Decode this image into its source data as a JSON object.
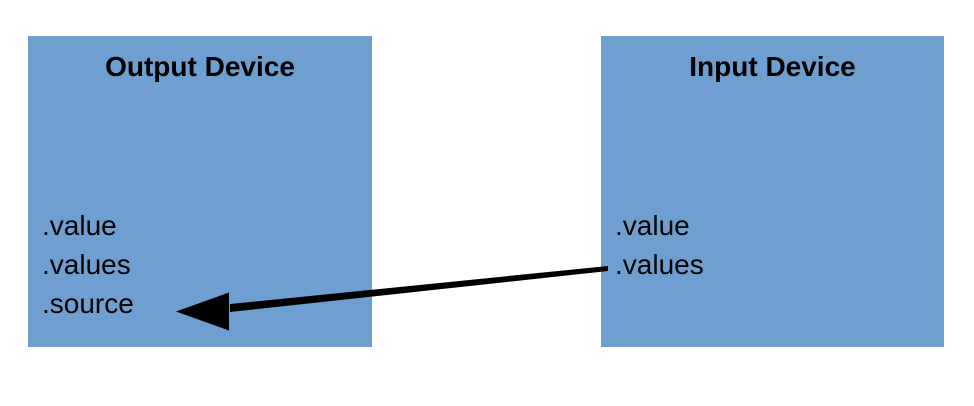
{
  "diagram": {
    "title": "",
    "background_color": "#ffffff",
    "box_fill_color": "#6f9fd1",
    "arrow_color": "#000000",
    "text_color": "#000000",
    "nodes": [
      {
        "id": "output-device",
        "title": "Output Device",
        "properties": [
          ".value",
          ".values",
          ".source"
        ]
      },
      {
        "id": "input-device",
        "title": "Input Device",
        "properties": [
          ".value",
          ".values"
        ]
      }
    ],
    "edges": [
      {
        "id": "input-to-output",
        "from": "input-device",
        "to": "output-device",
        "label": "",
        "direction": "right-to-left"
      }
    ]
  },
  "output_device": {
    "title": "Output Device",
    "prop_value": ".value",
    "prop_values": ".values",
    "prop_source": ".source"
  },
  "input_device": {
    "title": "Input Device",
    "prop_value": ".value",
    "prop_values": ".values"
  }
}
